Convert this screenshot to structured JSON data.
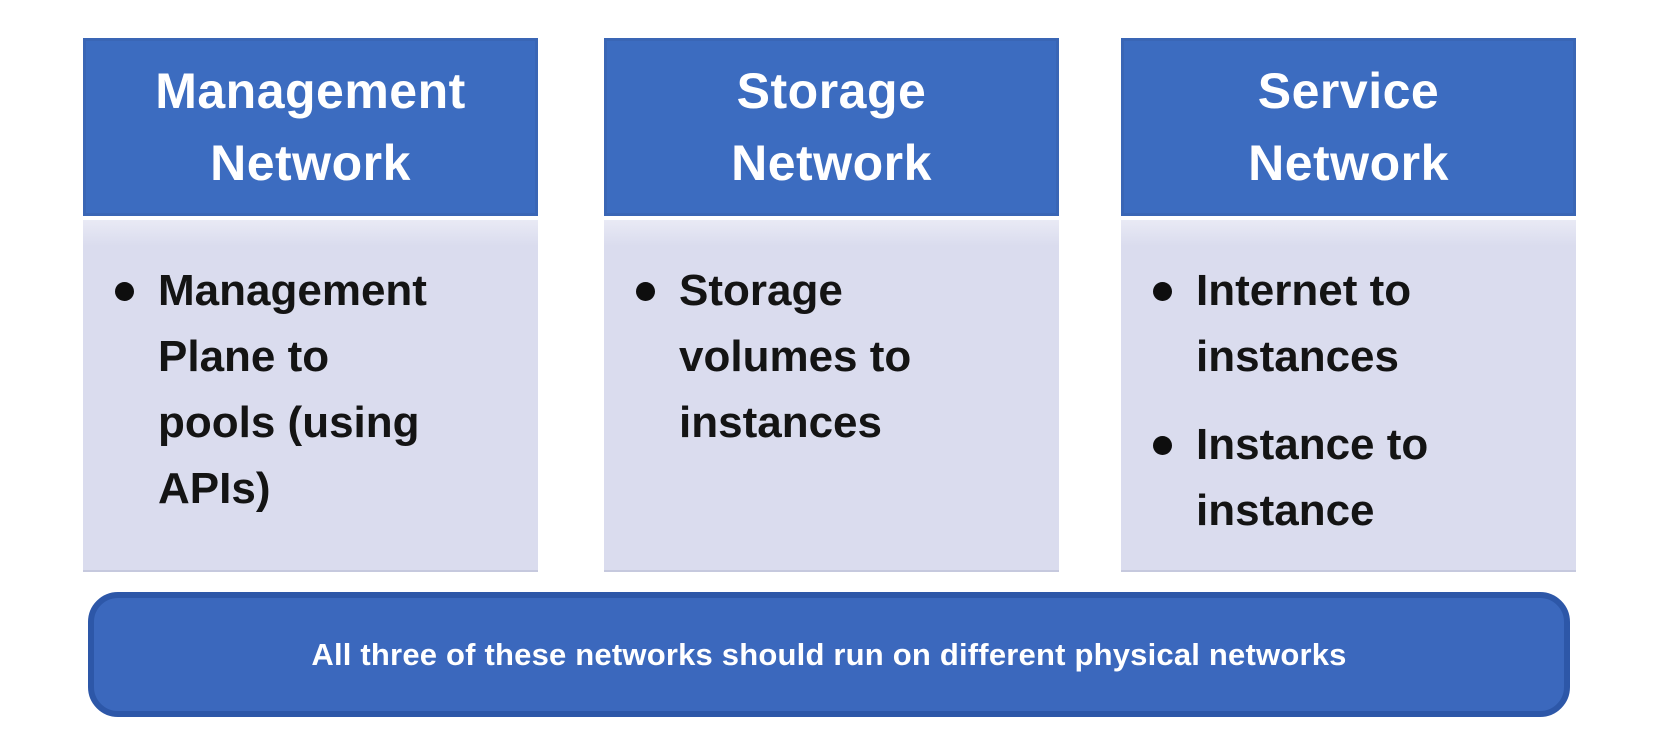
{
  "colors": {
    "header_bg": "#3c6cc0",
    "header_text": "#ffffff",
    "body_bg": "#dadcee",
    "body_text": "#141414",
    "banner_bg": "#3b68bd",
    "banner_border": "#2d57a8",
    "banner_text": "#ffffff",
    "page_bg": "#ffffff"
  },
  "columns": [
    {
      "title": "Management\nNetwork",
      "bullets": [
        "Management\nPlane to\npools (using\nAPIs)"
      ]
    },
    {
      "title": "Storage\nNetwork",
      "bullets": [
        "Storage\nvolumes to\ninstances"
      ]
    },
    {
      "title": "Service\nNetwork",
      "bullets": [
        "Internet to\ninstances",
        "Instance to\ninstance"
      ]
    }
  ],
  "banner": {
    "text": "All three of these networks should run on different physical networks"
  }
}
